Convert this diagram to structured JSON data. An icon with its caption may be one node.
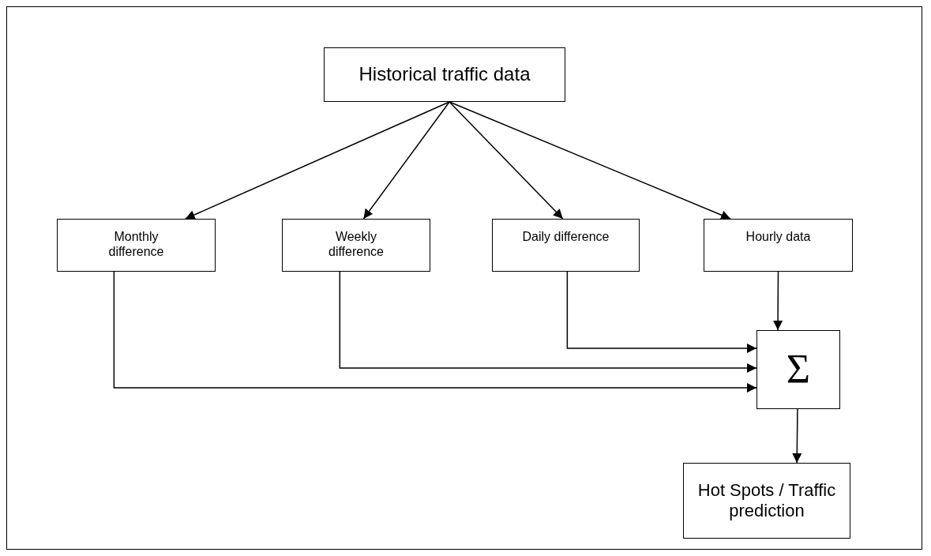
{
  "diagram": {
    "nodes": [
      {
        "text": [
          "Historical traffic data"
        ]
      },
      {
        "text": [
          "Monthly difference"
        ]
      },
      {
        "text": [
          "Weekly difference"
        ]
      },
      {
        "text": [
          "Daily difference"
        ]
      },
      {
        "text": [
          "Hourly data"
        ]
      },
      {
        "text": [
          "Σ"
        ]
      },
      {
        "text": [
          "Hot Spots / Traffic prediction"
        ]
      }
    ],
    "edges": [
      {
        "from": 0,
        "to": 1,
        "arrow": "to"
      },
      {
        "from": 0,
        "to": 2,
        "arrow": "to"
      },
      {
        "from": 0,
        "to": 3,
        "arrow": "to"
      },
      {
        "from": 0,
        "to": 4,
        "arrow": "to"
      },
      {
        "from": 4,
        "to": 5,
        "arrow": "to"
      },
      {
        "from": 3,
        "to": 5,
        "arrow": "to"
      },
      {
        "from": 2,
        "to": 5,
        "arrow": "to"
      },
      {
        "from": 1,
        "to": 5,
        "arrow": "to"
      },
      {
        "from": 5,
        "to": 6,
        "arrow": "to"
      }
    ]
  }
}
